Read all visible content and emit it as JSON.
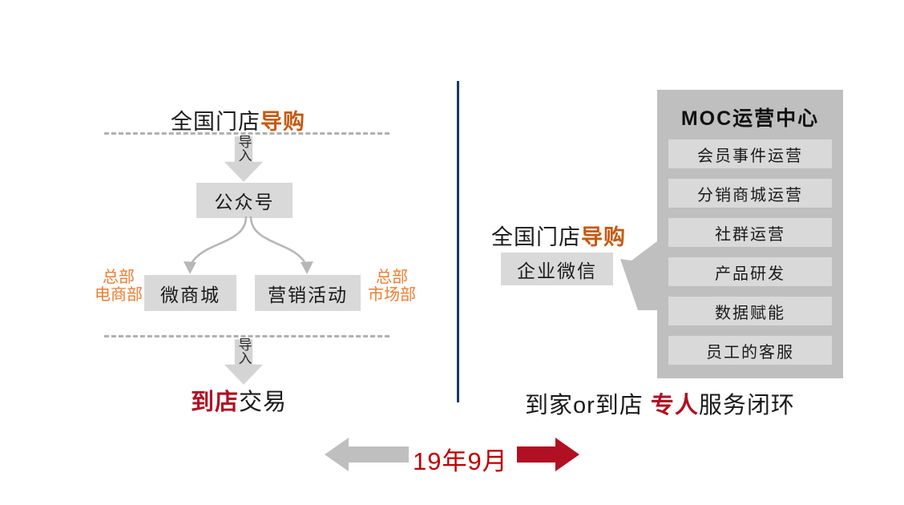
{
  "colors": {
    "orange": "#c55a11",
    "org_orange": "#ed7d31",
    "red": "#c00000",
    "dark_red": "#b10f22",
    "navy": "#1f3864",
    "gray_box": "#d9d9d9",
    "gray_panel": "#bfbfbf",
    "gray_arrow": "#bfbfbf",
    "dashed_line": "#b0b0b0"
  },
  "left_flow": {
    "headline": {
      "plain": "全国门店",
      "accent": "导购"
    },
    "import_arrow_top": {
      "label": "导入",
      "icon": "down-block-arrow-icon"
    },
    "node_official_account": "公众号",
    "fanout_arrows": {
      "icon": "curved-arrow-icon",
      "count": 2
    },
    "org_label_left": {
      "line1": "总部",
      "line2": "电商部"
    },
    "node_micro_mall": "微商城",
    "node_marketing": "营销活动",
    "org_label_right": {
      "line1": "总部",
      "line2": "市场部"
    },
    "import_arrow_bottom": {
      "label": "导入",
      "icon": "down-block-arrow-icon"
    },
    "outcome": {
      "accent": "到店",
      "plain": "交易"
    }
  },
  "divider": {
    "name": "vertical-divider"
  },
  "right_flow": {
    "headline": {
      "plain": "全国门店",
      "accent": "导购"
    },
    "node_work_wechat": "企业微信",
    "pointer_arrow": {
      "icon": "left-tapered-arrow-icon"
    },
    "panel": {
      "title": "MOC运营中心",
      "items": [
        "会员事件运营",
        "分销商城运营",
        "社群运营",
        "产品研发",
        "数据赋能",
        "员工的客服"
      ]
    },
    "outcome": {
      "pre": "到家or到店",
      "accent": "专人",
      "post": "服务闭环"
    }
  },
  "timeline": {
    "left_arrow": {
      "icon": "left-arrow-icon",
      "color": "#bfbfbf"
    },
    "label": "19年9月",
    "right_arrow": {
      "icon": "right-arrow-icon",
      "color": "#b10f22"
    }
  }
}
